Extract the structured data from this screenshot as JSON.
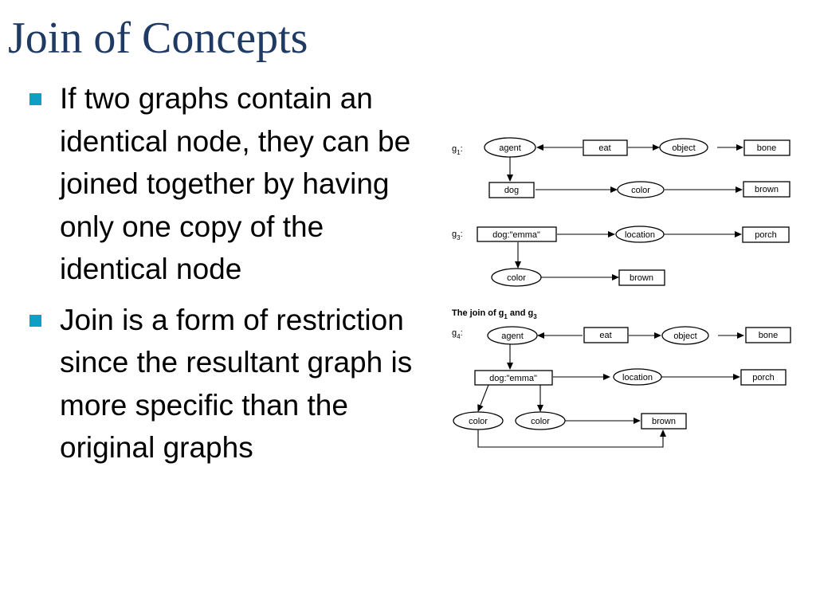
{
  "slide": {
    "title": "Join of Concepts",
    "bullets": [
      "If two graphs contain an identical node, they can be joined together by having only one copy of the identical node",
      "Join is a form of restriction since the resultant graph is more specific than the original graphs"
    ]
  },
  "diagram": {
    "g1": {
      "label": "g",
      "subscript": "1",
      "suffix": ":",
      "nodes": {
        "agent": "agent",
        "eat": "eat",
        "object": "object",
        "bone": "bone",
        "dog": "dog",
        "color": "color",
        "brown": "brown"
      }
    },
    "g3": {
      "label": "g",
      "subscript": "3",
      "suffix": ":",
      "nodes": {
        "dog": "dog:\"emma\"",
        "location": "location",
        "porch": "porch",
        "color": "color",
        "brown": "brown"
      }
    },
    "join_caption": {
      "text": "The join of g",
      "sub1": "1",
      "and": " and g",
      "sub3": "3"
    },
    "g4": {
      "label": "g",
      "subscript": "4",
      "suffix": ":",
      "nodes": {
        "agent": "agent",
        "eat": "eat",
        "object": "object",
        "bone": "bone",
        "dog": "dog:\"emma\"",
        "location": "location",
        "porch": "porch",
        "color1": "color",
        "color2": "color",
        "brown": "brown"
      }
    }
  },
  "colors": {
    "title": "#1f3a63",
    "bullet_marker": "#0f9fc6",
    "text": "#000000"
  }
}
